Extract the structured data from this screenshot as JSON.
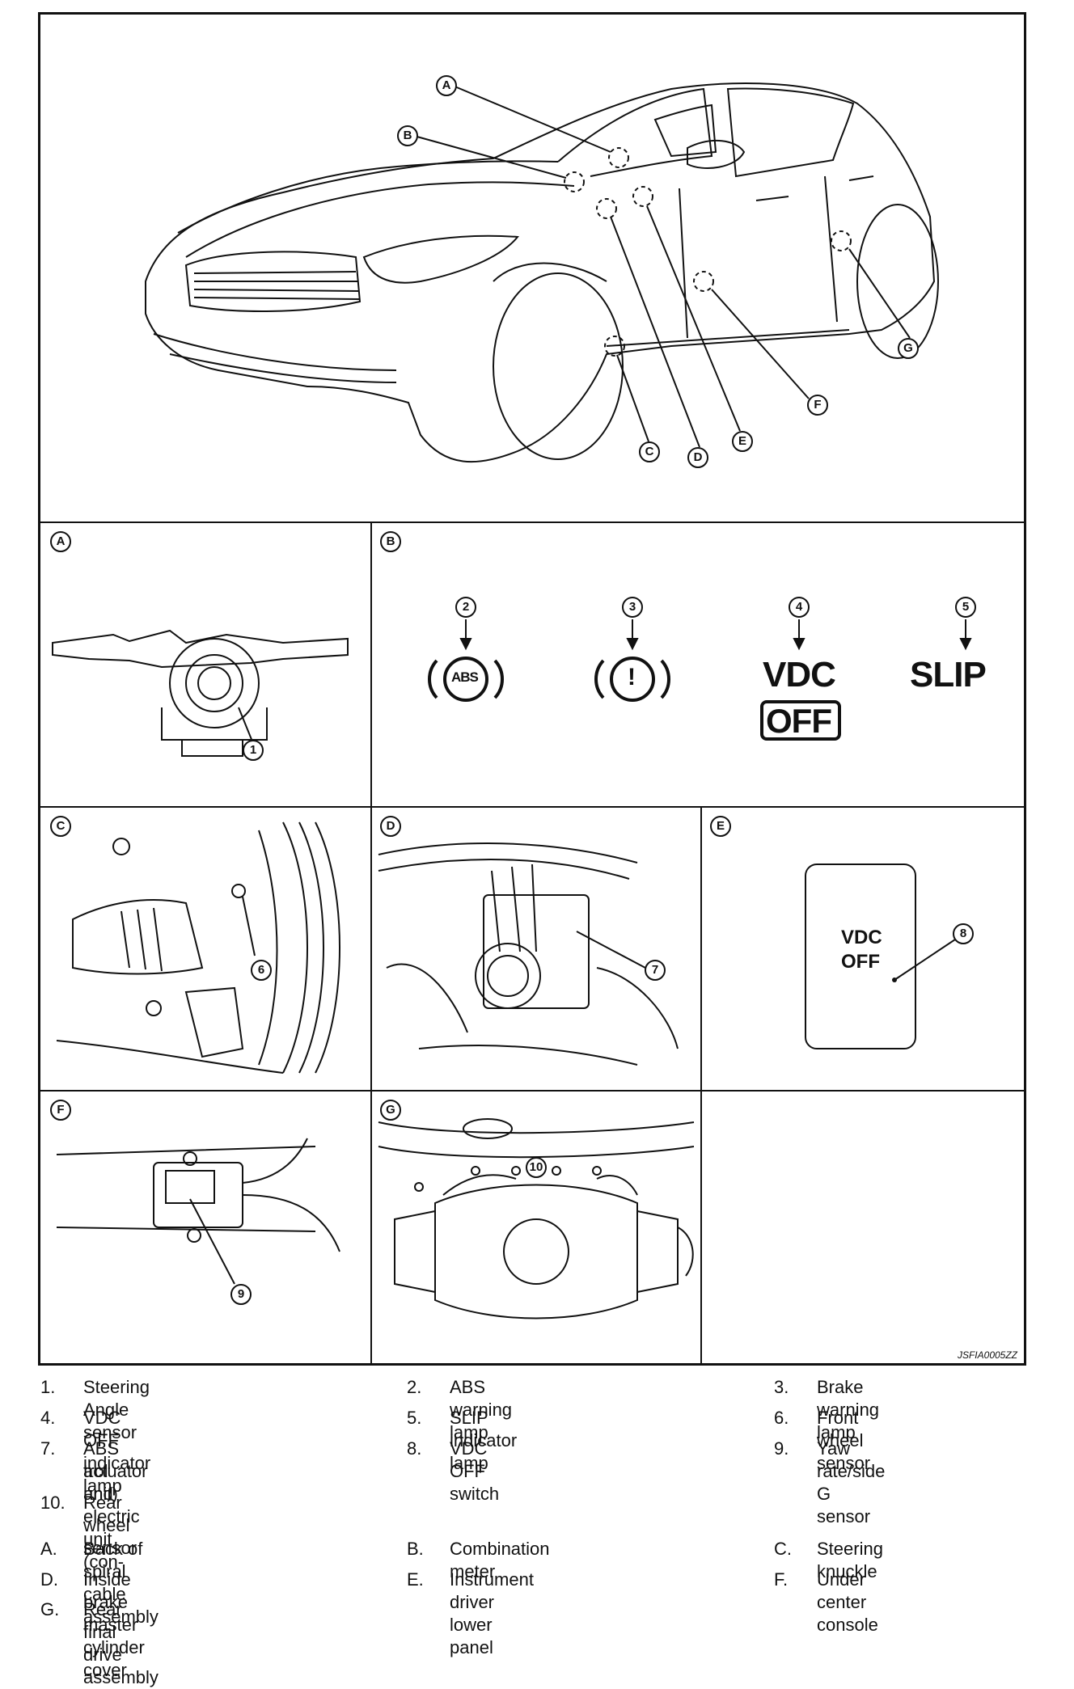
{
  "figure": {
    "code": "JSFIA0005ZZ",
    "callouts": [
      "A",
      "B",
      "C",
      "D",
      "E",
      "F",
      "G"
    ],
    "panels": [
      {
        "letter": "A"
      },
      {
        "letter": "B"
      },
      {
        "letter": "C"
      },
      {
        "letter": "D"
      },
      {
        "letter": "E"
      },
      {
        "letter": "F"
      },
      {
        "letter": "G"
      }
    ],
    "item_numbers": [
      "1",
      "2",
      "3",
      "4",
      "5",
      "6",
      "7",
      "8",
      "9",
      "10"
    ],
    "lamps": {
      "abs": "ABS",
      "brake": "!",
      "vdc_top": "VDC",
      "vdc_bottom": "OFF",
      "slip": "SLIP",
      "switch_top": "VDC",
      "switch_bottom": "OFF"
    }
  },
  "legend_items": [
    {
      "n": "1.",
      "t": "Steering Angle sensor"
    },
    {
      "n": "2.",
      "t": "ABS warning lamp"
    },
    {
      "n": "3.",
      "t": "Brake warning lamp"
    },
    {
      "n": "4.",
      "t": "VDC OFF indicator lamp"
    },
    {
      "n": "5.",
      "t": "SLIP indicator lamp"
    },
    {
      "n": "6.",
      "t": "Front wheel sensor"
    },
    {
      "n": "7.",
      "t": "ABS actuator and electric unit (con-"
    },
    {
      "n": "",
      "t": "trol unit)"
    },
    {
      "n": "8.",
      "t": "VDC OFF switch"
    },
    {
      "n": "9.",
      "t": "Yaw rate/side G sensor"
    },
    {
      "n": "10.",
      "t": "Rear wheel sensor"
    }
  ],
  "legend_locations": [
    {
      "n": "A.",
      "t": "Back of spiral cable assembly"
    },
    {
      "n": "B.",
      "t": "Combination meter"
    },
    {
      "n": "C.",
      "t": "Steering knuckle"
    },
    {
      "n": "D.",
      "t": "Inside brake master cylinder cover"
    },
    {
      "n": "E.",
      "t": "Instrument driver lower panel"
    },
    {
      "n": "F.",
      "t": "Under center console"
    },
    {
      "n": "G.",
      "t": "Rear final drive assembly"
    }
  ]
}
